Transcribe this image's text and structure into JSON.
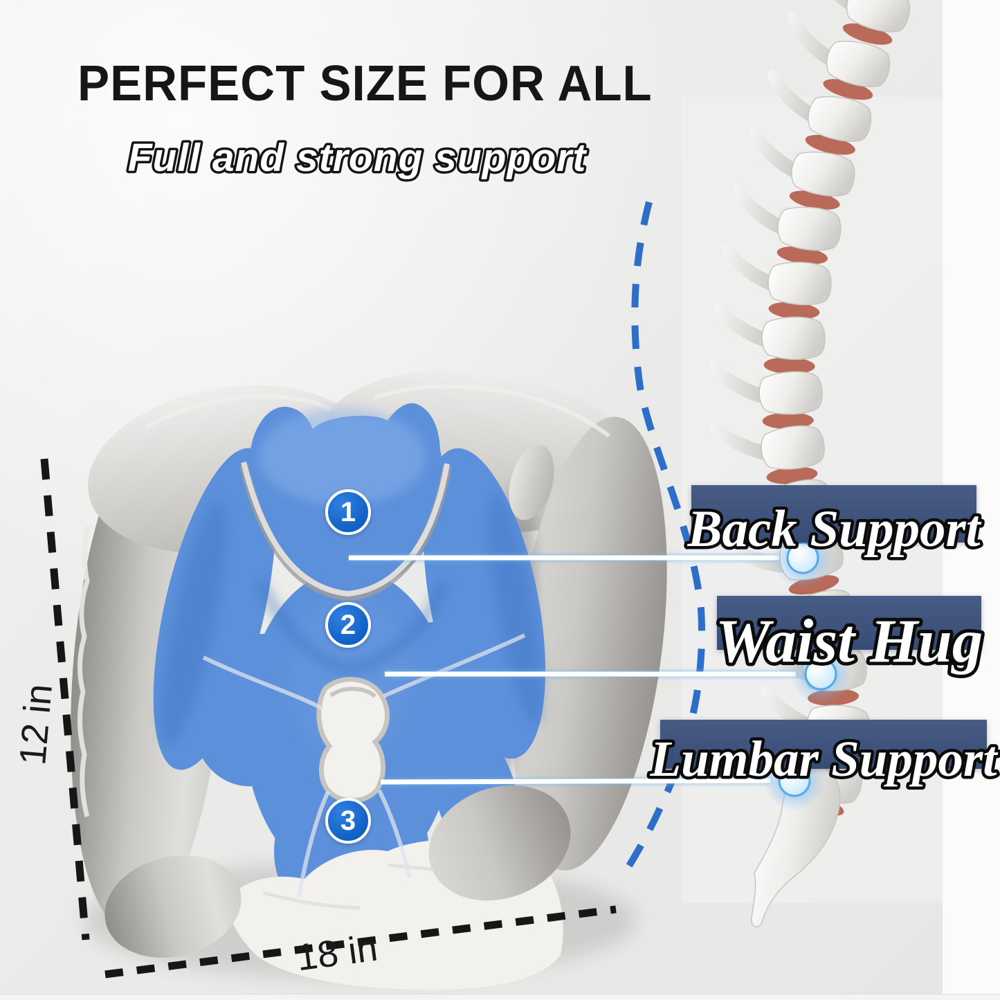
{
  "header": {
    "title": "PERFECT SIZE FOR ALL",
    "subtitle": "Full and strong support"
  },
  "support_labels": [
    {
      "text": "Back Support"
    },
    {
      "text": "Waist Hug"
    },
    {
      "text": "Lumbar Support"
    }
  ],
  "markers": [
    {
      "number": "1"
    },
    {
      "number": "2"
    },
    {
      "number": "3"
    }
  ],
  "dimensions": {
    "height_label": "12 in",
    "width_label": "18 in"
  },
  "icons": {
    "spine": "spine-side-view-illustration",
    "spine_curve": "dashed-spine-curve",
    "pointer_lines": "dashed-pointer-lines",
    "glow_points": "glow-contact-dots"
  },
  "colors": {
    "banner_navy": "#3c527e",
    "cushion_blue": "#5d90da",
    "cushion_gray": "#c9c8c4",
    "badge_blue": "#1266cd",
    "curve_blue": "#2d6ec9",
    "disc_red": "#b96a58",
    "text_dark": "#161616",
    "line_white": "#ffffff"
  }
}
